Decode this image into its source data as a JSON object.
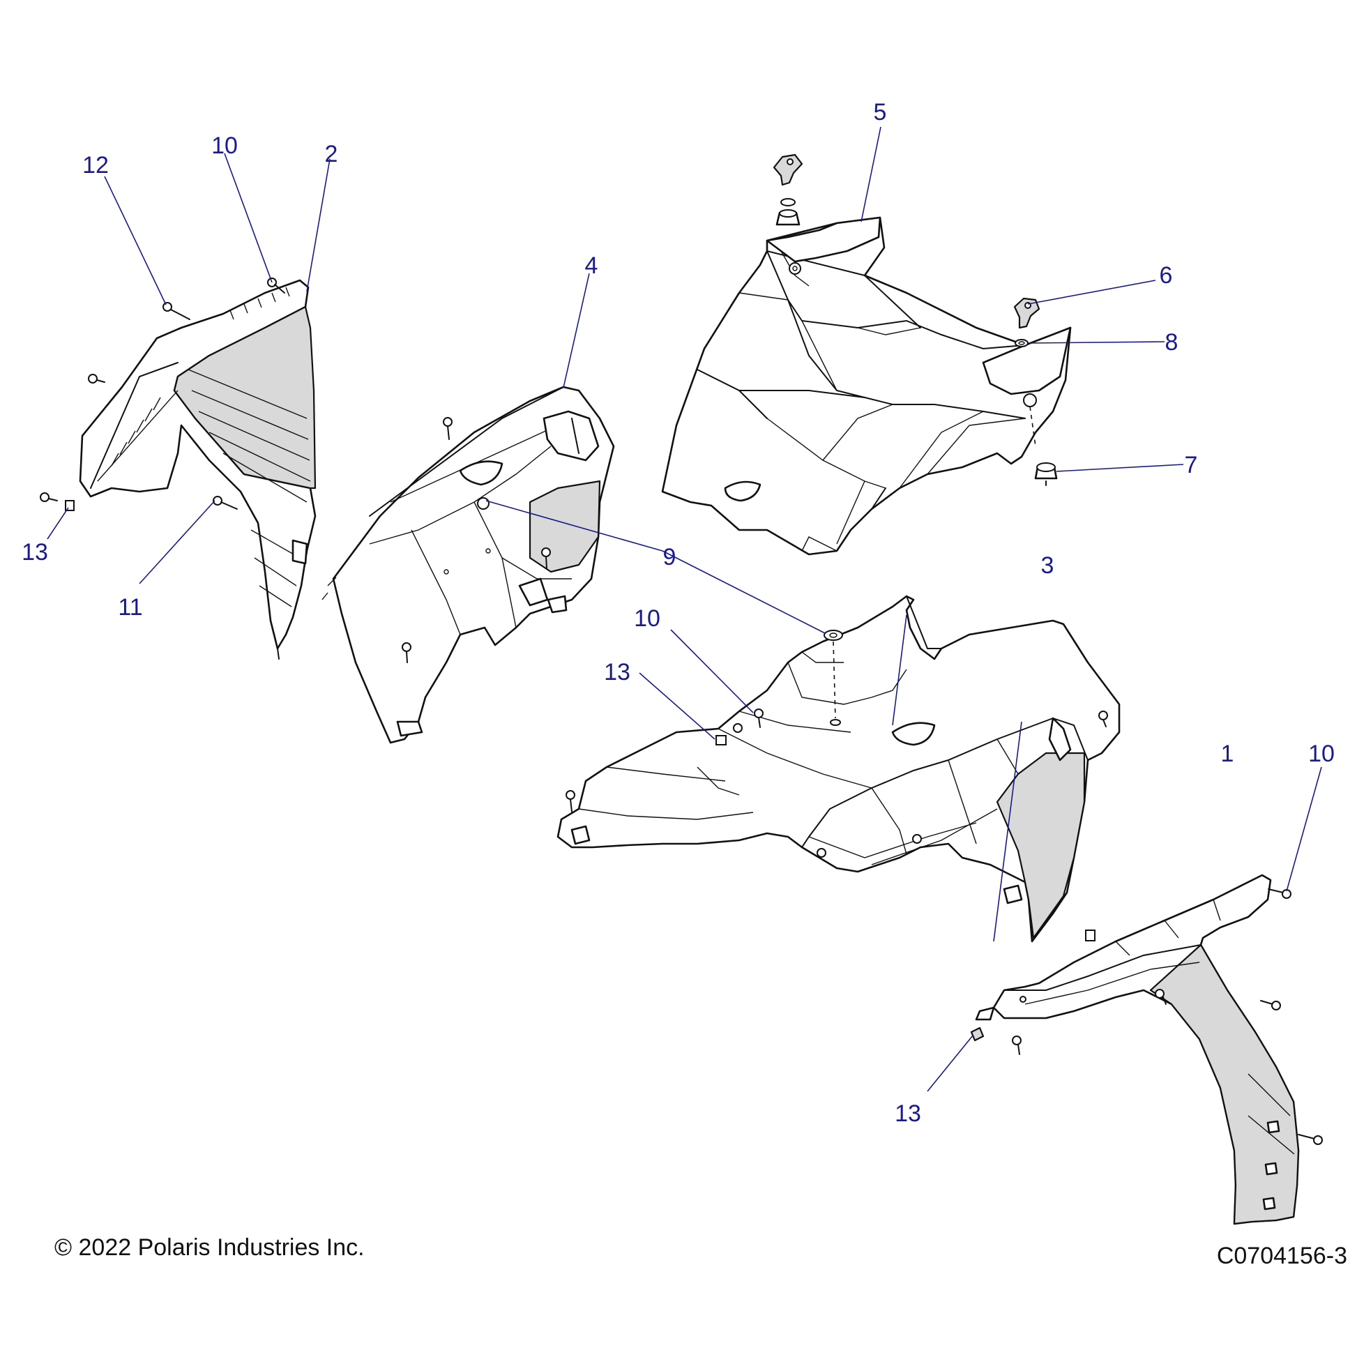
{
  "callouts": {
    "c1": "1",
    "c2": "2",
    "c3": "3",
    "c4": "4",
    "c5": "5",
    "c6": "6",
    "c7": "7",
    "c8": "8",
    "c9": "9",
    "c10a": "10",
    "c10b": "10",
    "c10c": "10",
    "c11": "11",
    "c12": "12",
    "c13a": "13",
    "c13b": "13",
    "c13c": "13"
  },
  "footer": {
    "copyright": "© 2022 Polaris Industries Inc.",
    "drawing_id": "C0704156-3"
  },
  "colors": {
    "callout": "#1a1a8c",
    "line": "#111111",
    "shade": "#d9d9d9"
  }
}
